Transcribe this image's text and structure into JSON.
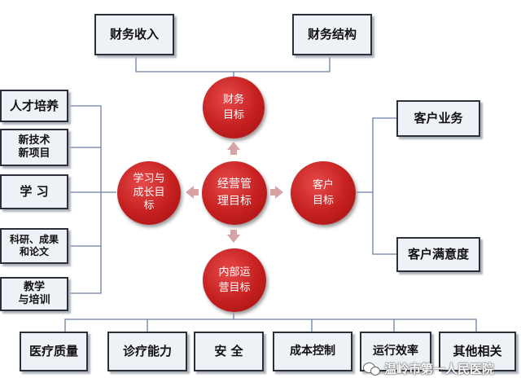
{
  "center": {
    "label": "经营管\n理目标"
  },
  "targets": {
    "finance": "财务\n目标",
    "customer": "客户\n目标",
    "internal": "内部运\n营目标",
    "learning": "学习与\n成长目\n标"
  },
  "finance_items": [
    "财务收入",
    "财务结构"
  ],
  "customer_items": [
    "客户业务",
    "客户满意度"
  ],
  "learning_items": [
    "人才培养",
    "新技术\n新项目",
    "学  习",
    "科研、成果\n和论文",
    "教学\n与培训"
  ],
  "internal_items": [
    "医疗质量",
    "诊疗能力",
    "安  全",
    "成本控制",
    "运行效率",
    "其他相关"
  ],
  "watermark": {
    "text": "温岭市第一人民医院",
    "icon": "wechat-icon"
  },
  "colors": {
    "circle": "#c62323",
    "arrow": "#d9a3a3",
    "box_fill": "#eef1f6",
    "line": "#6b7fa3"
  }
}
